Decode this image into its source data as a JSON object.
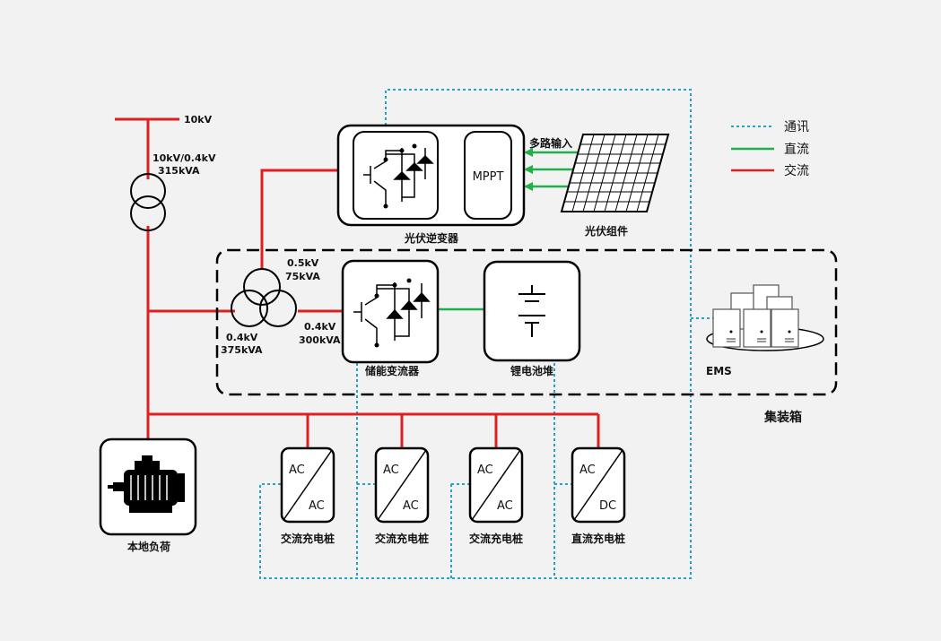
{
  "legend": {
    "comm": "通讯",
    "dc": "直流",
    "ac": "交流"
  },
  "colors": {
    "ac": "#e02020",
    "dc": "#20b04a",
    "comm": "#1fa3c7",
    "background": "#f2f2f2"
  },
  "grid": {
    "voltage": "10kV",
    "transformer_ratio": "10kV/0.4kV",
    "transformer_capacity": "315kVA"
  },
  "pv_inverter": {
    "label": "光伏逆变器",
    "mppt": "MPPT"
  },
  "pv_module": {
    "label": "光伏组件",
    "multi_input": "多路输入"
  },
  "container": {
    "label": "集装箱",
    "tx_hv_voltage": "0.5kV",
    "tx_hv_capacity": "75kVA",
    "tx_lv_voltage": "0.4kV",
    "tx_lv_capacity": "375kVA",
    "pcs_voltage": "0.4kV",
    "pcs_capacity": "300kVA",
    "pcs_label": "储能变流器",
    "battery_label": "锂电池堆",
    "ems_label": "EMS"
  },
  "load": {
    "label": "本地负荷"
  },
  "chargers": [
    {
      "top": "AC",
      "bottom": "AC",
      "label": "交流充电桩"
    },
    {
      "top": "AC",
      "bottom": "AC",
      "label": "交流充电桩"
    },
    {
      "top": "AC",
      "bottom": "AC",
      "label": "交流充电桩"
    },
    {
      "top": "AC",
      "bottom": "DC",
      "label": "直流充电桩"
    }
  ]
}
